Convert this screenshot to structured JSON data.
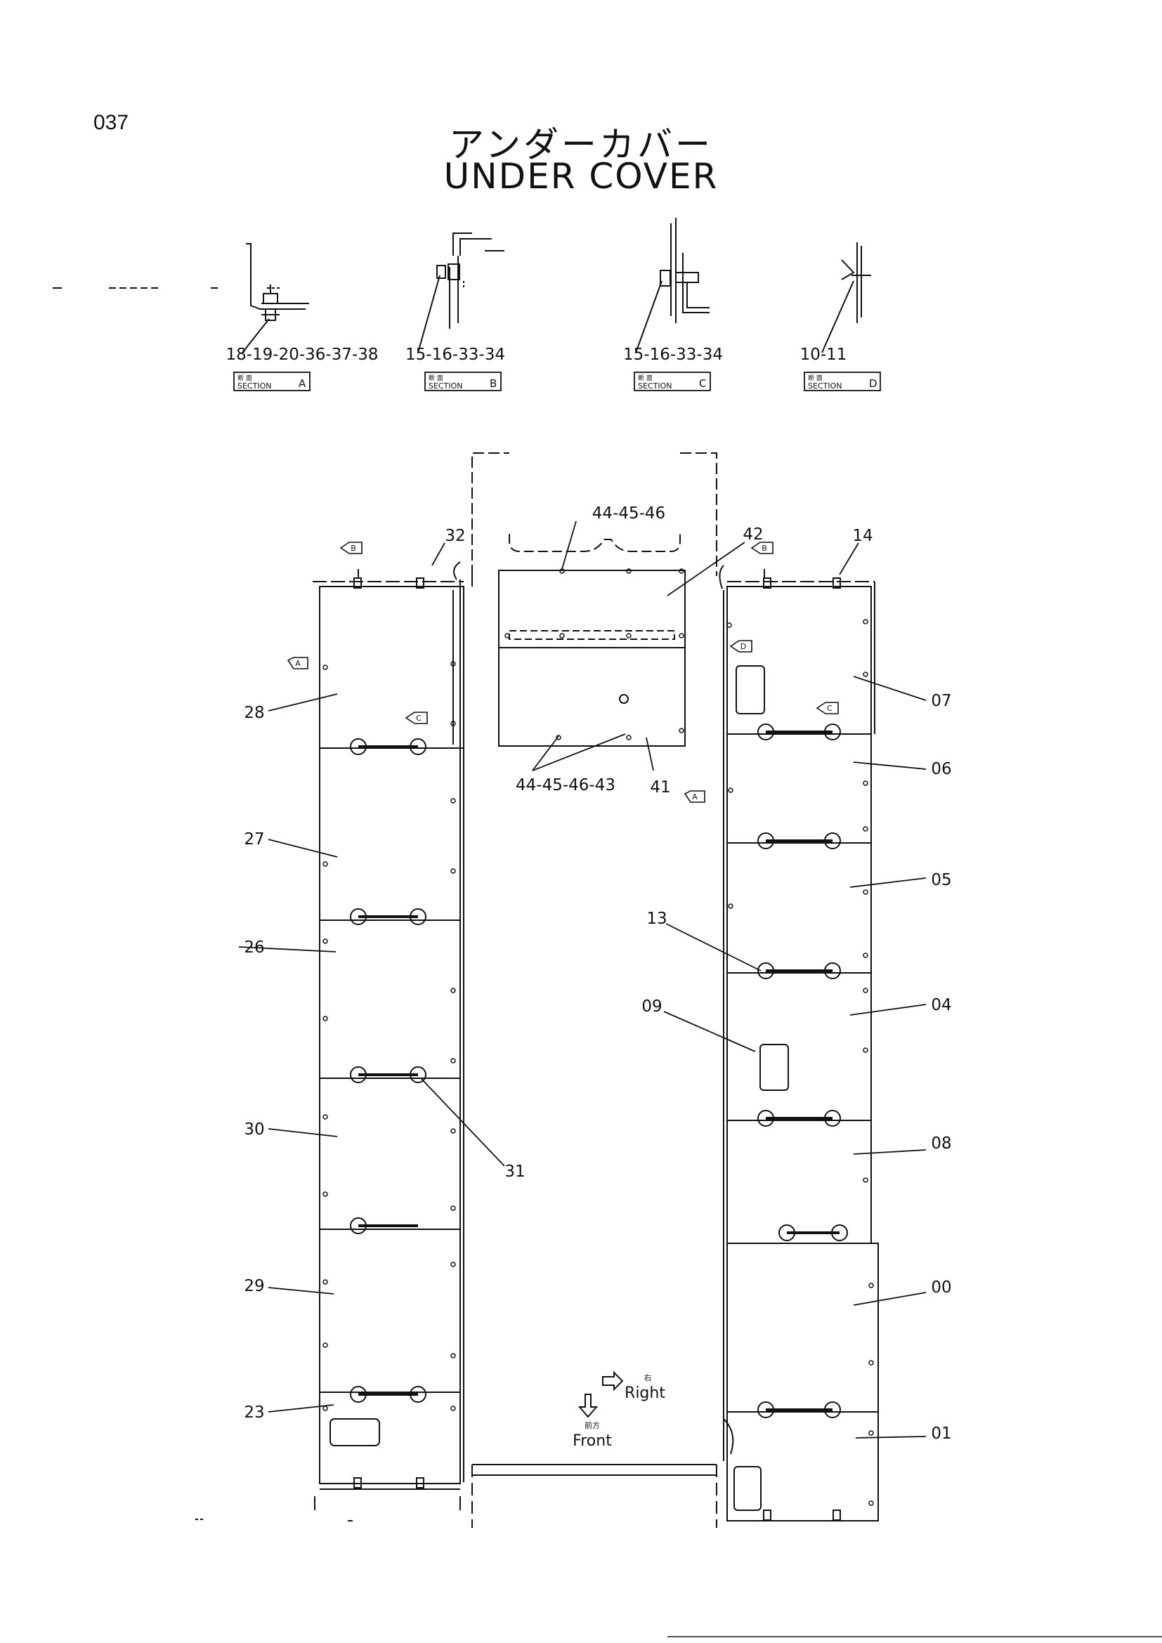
{
  "page_number": "037",
  "title_jp": "アンダーカバー",
  "title_en": "UNDER COVER",
  "sections": [
    {
      "parts": "18-19-20-36-37-38",
      "jp": "断 面",
      "label": "SECTION",
      "letter": "A"
    },
    {
      "parts": "15-16-33-34",
      "jp": "断 面",
      "label": "SECTION",
      "letter": "B"
    },
    {
      "parts": "15-16-33-34",
      "jp": "断 面",
      "label": "SECTION",
      "letter": "C"
    },
    {
      "parts": "10-11",
      "jp": "断 面",
      "label": "SECTION",
      "letter": "D"
    }
  ],
  "callouts": {
    "c32": "32",
    "c14": "14",
    "c42": "42",
    "c44_45_46": "44-45-46",
    "c28": "28",
    "c27": "27",
    "c26": "26",
    "c30": "30",
    "c31": "31",
    "c29": "29",
    "c23": "23",
    "c41": "41",
    "c44_45_46_43": "44-45-46-43",
    "c13": "13",
    "c09": "09",
    "c07": "07",
    "c06": "06",
    "c05": "05",
    "c04": "04",
    "c08": "08",
    "c00": "00",
    "c01": "01"
  },
  "section_markers": {
    "a": "A",
    "b": "B",
    "c": "C",
    "d": "D"
  },
  "directions": {
    "right_jp": "右",
    "right": "Right",
    "front_jp": "前方",
    "front": "Front"
  }
}
